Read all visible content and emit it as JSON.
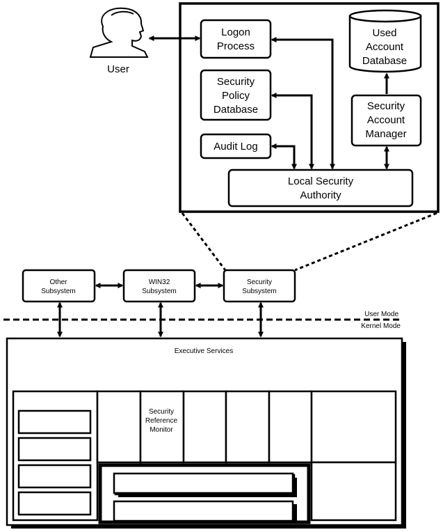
{
  "user": {
    "label": "User"
  },
  "lsa": {
    "logon_process": [
      "Logon",
      "Process"
    ],
    "security_policy_database": [
      "Security",
      "Policy",
      "Database"
    ],
    "audit_log": "Audit Log",
    "local_security_authority": [
      "Local Security",
      "Authority"
    ],
    "security_account_manager": [
      "Security",
      "Account",
      "Manager"
    ],
    "used_account_database": [
      "Used",
      "Account",
      "Database"
    ]
  },
  "subsystems": {
    "other": [
      "Other",
      "Subsystem"
    ],
    "win32": [
      "WIN32",
      "Subsystem"
    ],
    "security": [
      "Security",
      "Subsystem"
    ]
  },
  "mode_labels": {
    "user_mode": "User Mode",
    "kernel_mode": "Kernel Mode"
  },
  "kernel": {
    "executive_services": "Executive Services",
    "security_reference_monitor": [
      "Security",
      "Reference",
      "Monitor"
    ]
  }
}
